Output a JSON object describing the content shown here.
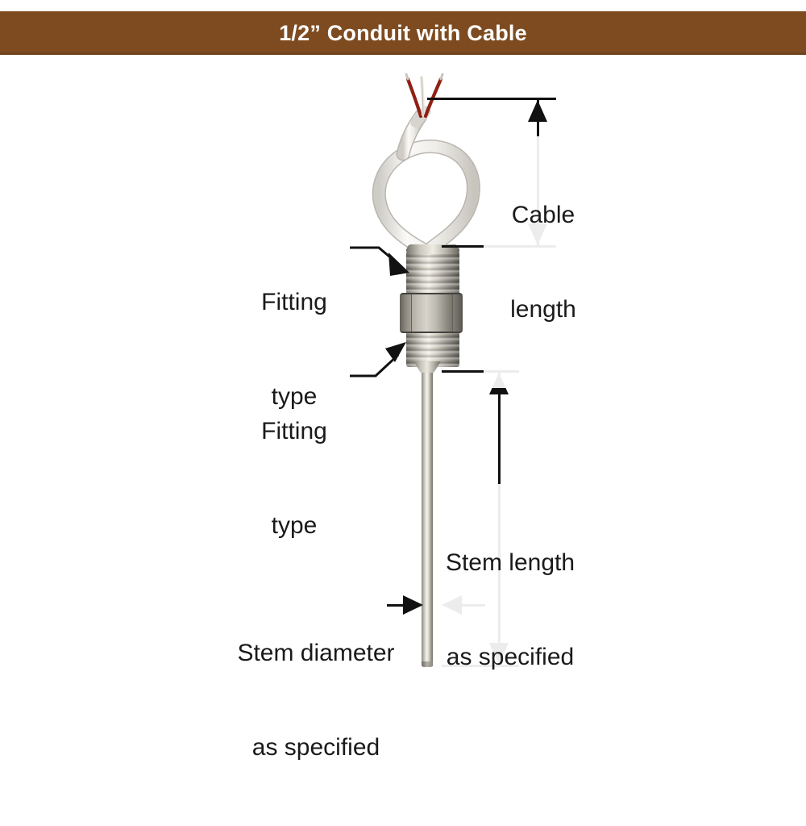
{
  "header": {
    "title": "1/2” Conduit with Cable",
    "background_color": "#7e4b20",
    "text_color": "#ffffff"
  },
  "diagram": {
    "subject": "temperature probe with 1/2 inch conduit fitting and cable",
    "line_color": "#111111",
    "labels": {
      "cable_length": {
        "line1": "Cable",
        "line2": "length"
      },
      "fitting_type_upper": {
        "line1": "Fitting",
        "line2": "type"
      },
      "fitting_type_lower": {
        "line1": "Fitting",
        "line2": "type"
      },
      "stem_length": {
        "line1": "Stem length",
        "line2": "as specified"
      },
      "stem_diameter": {
        "line1": "Stem diameter",
        "line2": "as specified"
      }
    },
    "parts": {
      "cable": "white two-conductor cable, coiled loop",
      "wire_lead_red": "red wire lead",
      "wire_lead_white": "white wire lead",
      "upper_thread": "threaded conduit fitting",
      "hex_nut": "hex nut",
      "lower_thread": "threaded process fitting",
      "stem": "stainless steel probe stem"
    },
    "colors": {
      "cable": "#f4f2ee",
      "wire_red": "#9c2318",
      "metal_light": "#f2efe6",
      "metal_dark": "#5e5c55"
    }
  }
}
